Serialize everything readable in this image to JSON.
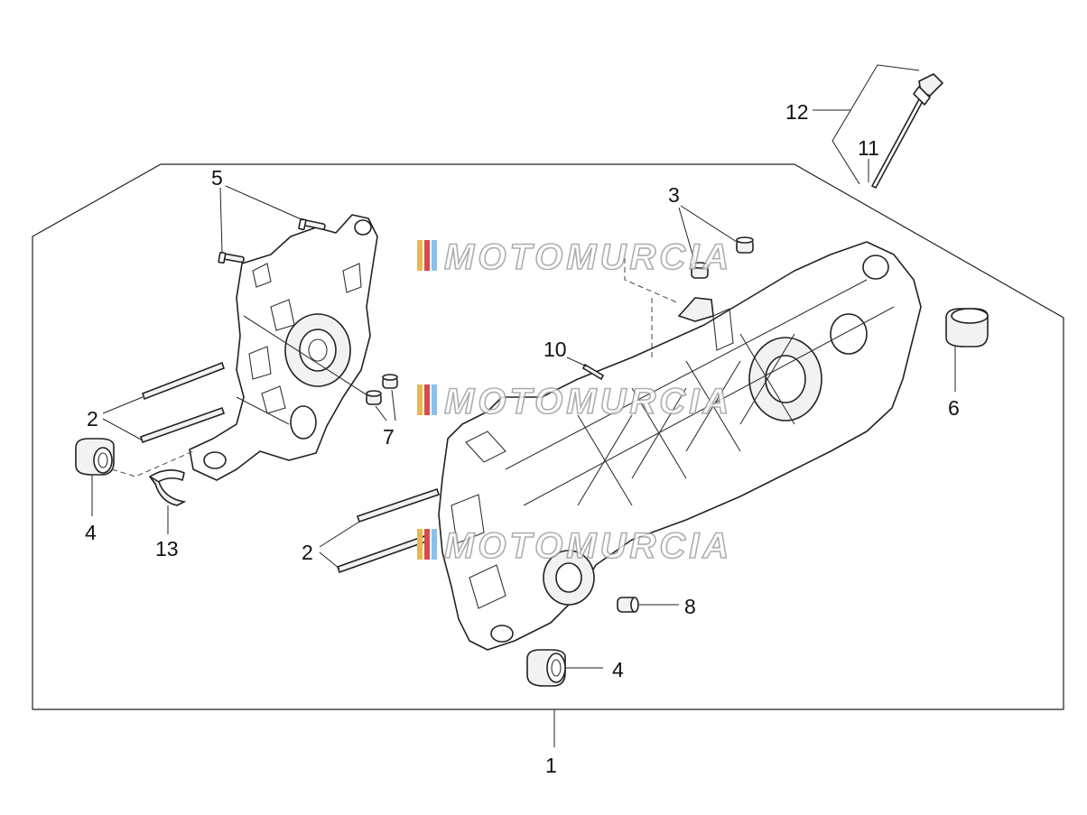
{
  "watermark": {
    "text": "MOTOMURCIA",
    "colors": [
      "#e8b84a",
      "#d94a4a",
      "#8cc0e8"
    ]
  },
  "callouts": {
    "c1": "1",
    "c2a": "2",
    "c2b": "2",
    "c3": "3",
    "c4a": "4",
    "c4b": "4",
    "c5": "5",
    "c6": "6",
    "c7": "7",
    "c8": "8",
    "c10": "10",
    "c11": "11",
    "c12": "12",
    "c13": "13"
  }
}
